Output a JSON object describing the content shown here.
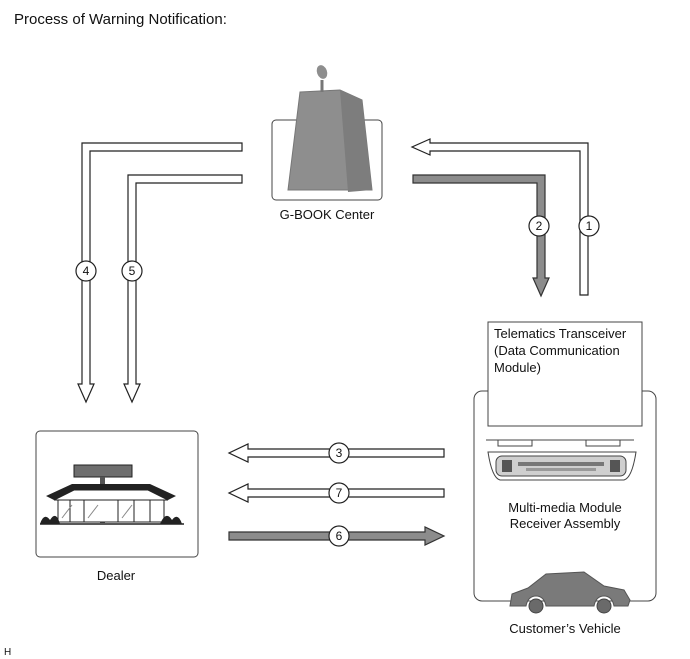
{
  "title": "Process of Warning Notification:",
  "nodes": {
    "center": "G-BOOK Center",
    "telematics": [
      "Telematics Transceiver",
      "(Data Communication",
      "Module)"
    ],
    "receiver": [
      "Multi-media Module",
      "Receiver Assembly"
    ],
    "vehicle": "Customer’s Vehicle",
    "dealer": "Dealer"
  },
  "steps": [
    "1",
    "2",
    "3",
    "4",
    "5",
    "6",
    "7"
  ],
  "corner_mark": "H",
  "colors": {
    "white_arrow": "#ffffff",
    "gray_arrow": "#8c8c8c",
    "gray_fill": "#8e8e8e"
  }
}
